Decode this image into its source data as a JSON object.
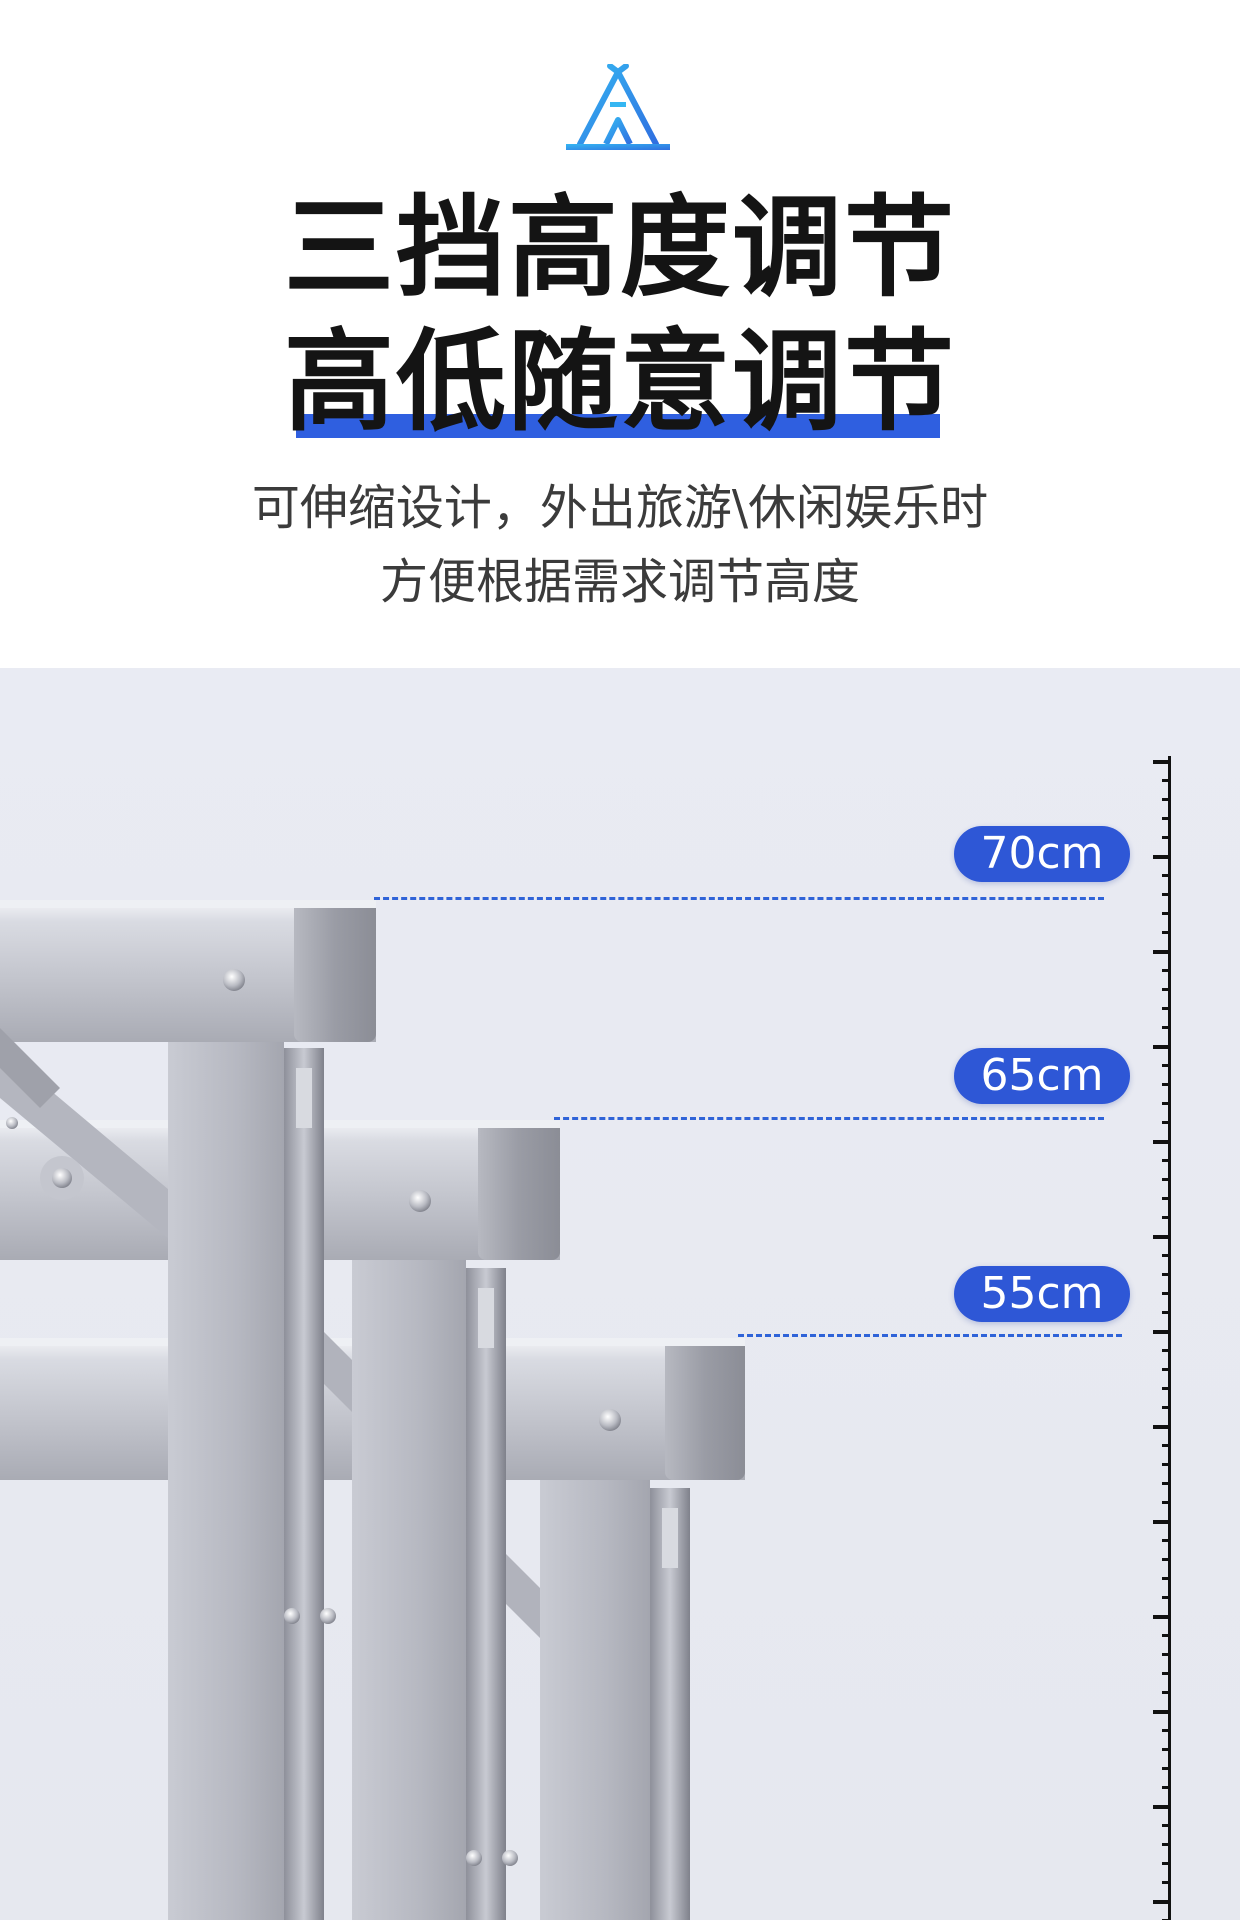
{
  "header": {
    "logo_icon": "tent-icon",
    "title_line_1": "三挡高度调节",
    "title_line_2": "高低随意调节",
    "subtitle_line_1": "可伸缩设计，外出旅游\\休闲娱乐时",
    "subtitle_line_2": "方便根据需求调节高度",
    "accent_color": "#2f5fe0"
  },
  "heights": {
    "high": "70cm",
    "mid": "65cm",
    "low": "55cm"
  },
  "colors": {
    "badge": "#2e57d6",
    "dash": "#2f63d8",
    "background": "#e8eaf1"
  }
}
